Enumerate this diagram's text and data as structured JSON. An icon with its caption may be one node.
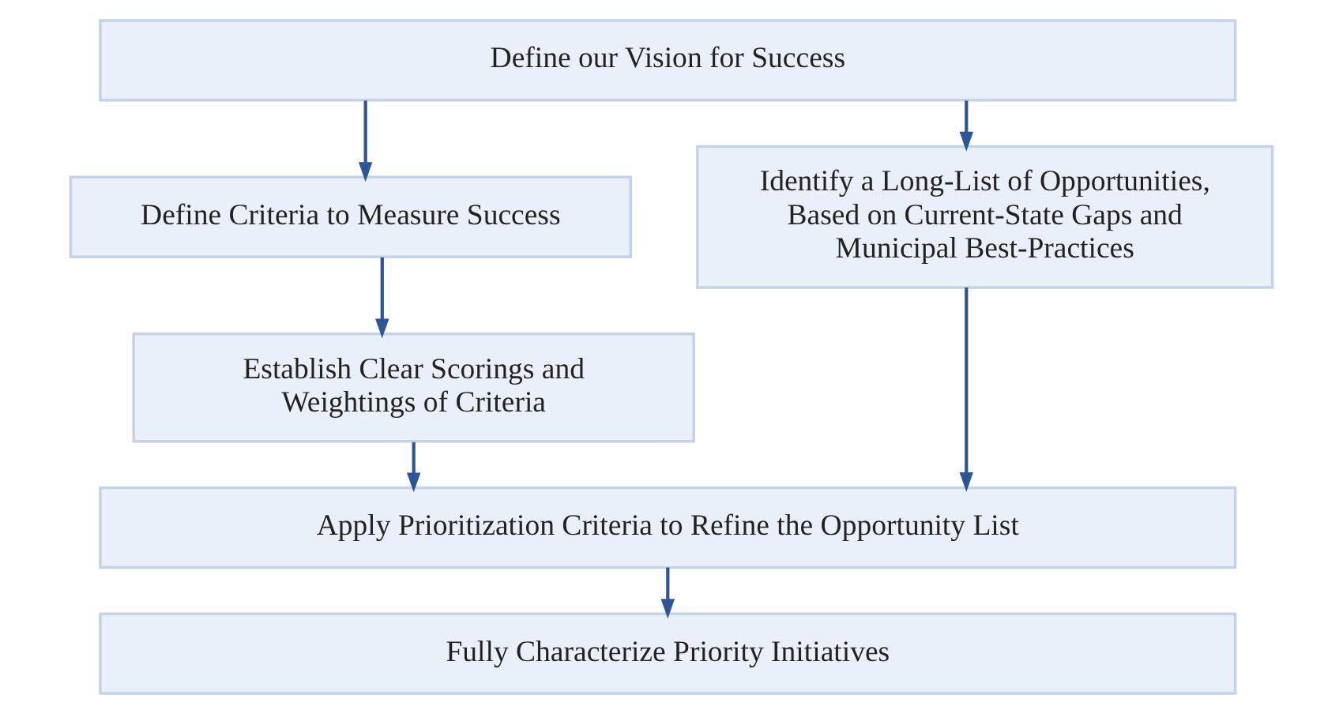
{
  "diagram": {
    "nodes": [
      {
        "text": [
          "Define our Vision for Success"
        ]
      },
      {
        "text": [
          "Define Criteria to Measure Success"
        ]
      },
      {
        "text": [
          "Identify a Long-List of Opportunities, Based on Current-State Gaps and Municipal Best-Practices"
        ]
      },
      {
        "text": [
          "Establish Clear Scorings and Weightings of Criteria"
        ]
      },
      {
        "text": [
          "Apply Prioritization Criteria to Refine the Opportunity List"
        ]
      },
      {
        "text": [
          "Fully Characterize Priority Initiatives"
        ]
      }
    ],
    "edges": [
      {
        "from": 0,
        "to": 1,
        "arrow": "to"
      },
      {
        "from": 0,
        "to": 2,
        "arrow": "to"
      },
      {
        "from": 1,
        "to": 3,
        "arrow": "to"
      },
      {
        "from": 3,
        "to": 4,
        "arrow": "to"
      },
      {
        "from": 2,
        "to": 4,
        "arrow": "to"
      },
      {
        "from": 4,
        "to": 5,
        "arrow": "to"
      }
    ]
  }
}
